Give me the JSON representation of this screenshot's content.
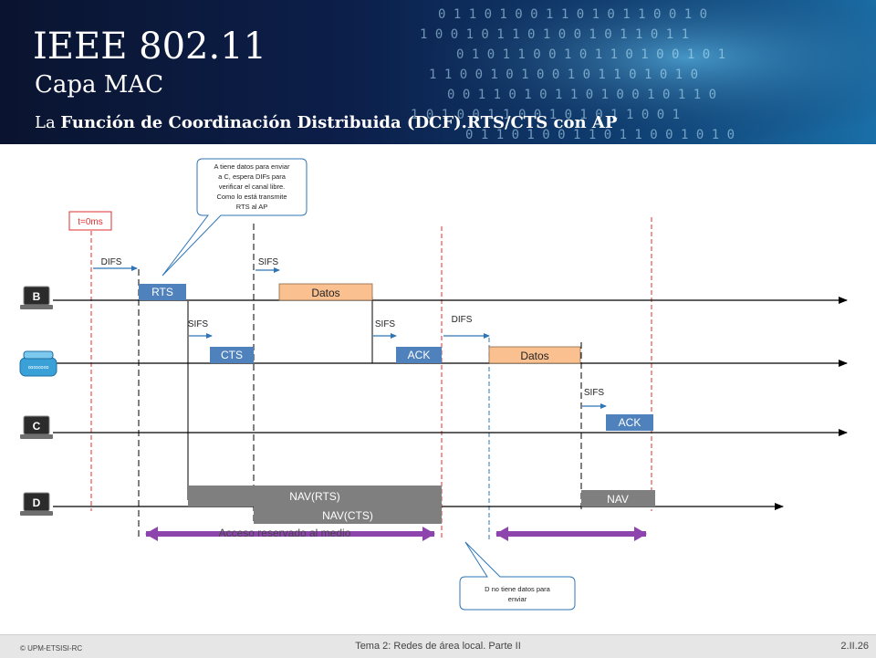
{
  "header": {
    "title": "IEEE 802.11",
    "subtitle": "Capa MAC",
    "topic_prefix": "La",
    "topic_bold": "Función de Coordinación Distribuida (DCF).RTS/CTS con AP"
  },
  "stations": {
    "b": "B",
    "c": "C",
    "d": "D"
  },
  "labels": {
    "t0": "t=0ms",
    "difs_1": "DIFS",
    "sifs_1": "SIFS",
    "sifs_2": "SIFS",
    "sifs_3": "SIFS",
    "difs_2": "DIFS",
    "sifs_4": "SIFS"
  },
  "frames": {
    "rts": "RTS",
    "datos_b": "Datos",
    "cts": "CTS",
    "ack_ap": "ACK",
    "datos_ap": "Datos",
    "ack_c": "ACK",
    "nav_rts": "NAV(RTS)",
    "nav_cts": "NAV(CTS)",
    "nav_d": "NAV"
  },
  "arrows": {
    "reserved": "Acceso reservado al medio"
  },
  "callouts": {
    "top": [
      "A tiene datos para enviar",
      "a C, espera DIFs para",
      "verificar el canal libre.",
      "Como lo está transmite",
      "RTS al AP"
    ],
    "bottom": [
      "D no tiene datos para",
      "enviar"
    ]
  },
  "footer": {
    "copyright": "© UPM-ETSISI-RC",
    "course": "Tema 2: Redes de área local. Parte II",
    "page": "2.II.26"
  },
  "colors": {
    "rts_cts_ack": "#4f81bd",
    "datos": "#fac090",
    "nav": "#7f7f7f",
    "reserved_arrow": "#8e44ad",
    "red_marker": "#e03030",
    "blue_marker": "#2e75b6"
  }
}
